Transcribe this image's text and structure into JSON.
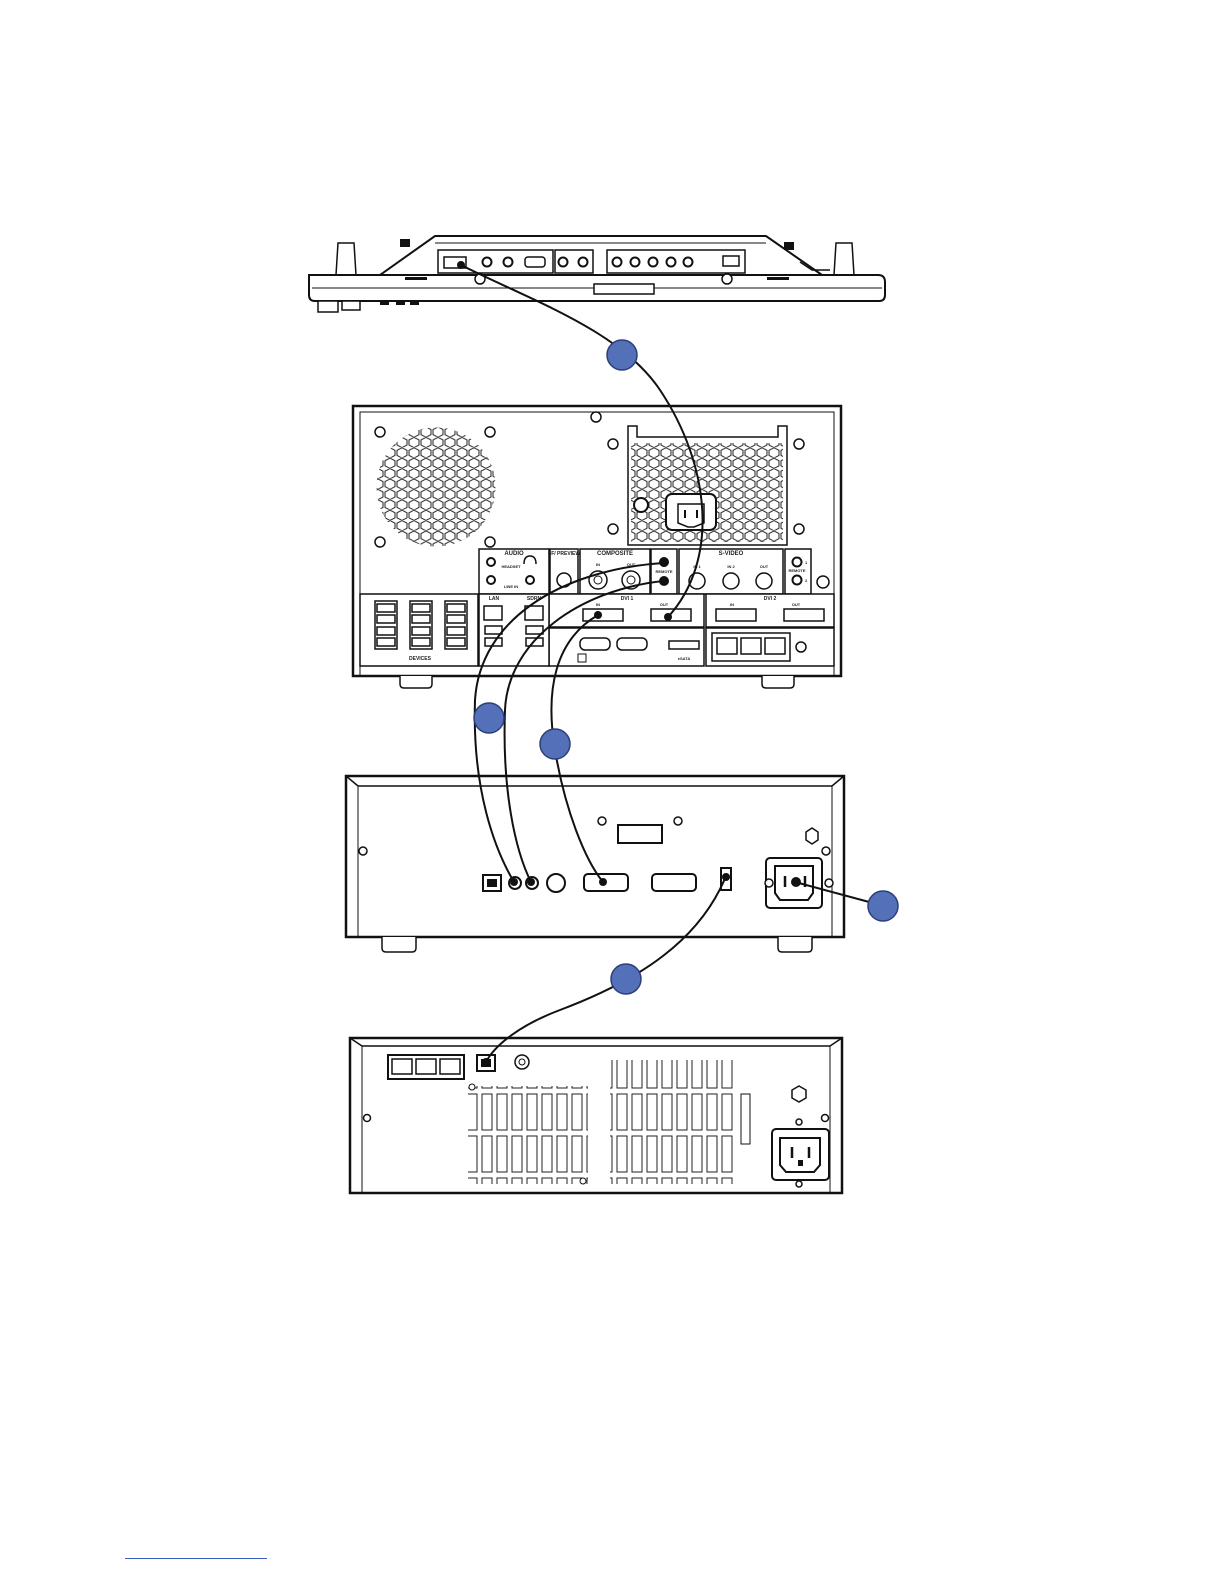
{
  "diagram": {
    "monitor": {
      "name": "monitor rear connector strip"
    },
    "system_unit": {
      "panels": {
        "audio": "AUDIO",
        "headset": "HEADSET",
        "line_in": "LINE IN",
        "sf_preview": "SF/\nPREVIEW",
        "composite": "COMPOSITE",
        "composite_in": "IN",
        "composite_out": "OUT",
        "remote_left": "REMOTE",
        "svideo": "S-VIDEO",
        "svideo_in1": "IN 1",
        "svideo_in2": "IN 2",
        "svideo_out": "OUT",
        "remote_right": "REMOTE",
        "lan": "LAN",
        "sdrn": "SDRN",
        "dvi1": "DVI 1",
        "dvi1_in": "IN",
        "dvi1_out": "OUT",
        "dvi2": "DVI 2",
        "dvi2_in": "IN",
        "dvi2_out": "OUT",
        "devices": "DEVICES",
        "esata": "eSATA",
        "remote_num_1": "1",
        "remote_num_2": "2"
      }
    },
    "callout_color": "#5470b8",
    "cable_color": "#111111"
  }
}
